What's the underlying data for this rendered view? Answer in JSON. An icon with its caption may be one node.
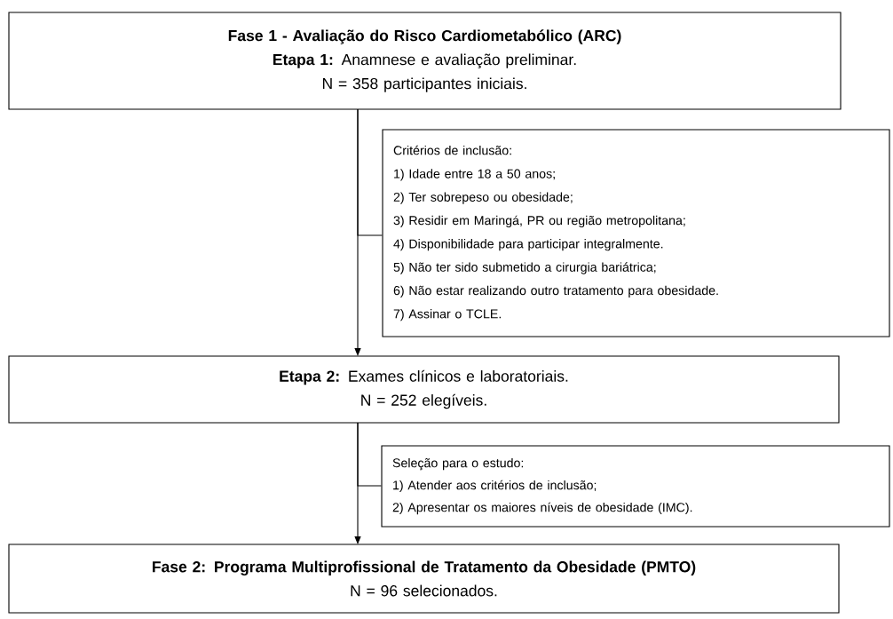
{
  "diagram": {
    "nodes": [
      {
        "text": [
          "Fase 1 - Avaliação do Risco Cardiometabólico (ARC)",
          "**Etapa 1:** Anamnese e avaliação preliminar.",
          "N = 358 participantes iniciais."
        ]
      },
      {
        "text": [
          "Critérios de inclusão:",
          "1) Idade entre 18 a 50 anos;",
          "2) Ter sobrepeso ou obesidade;",
          "3) Residir em Maringá, PR ou região metropolitana;",
          "4) Disponibilidade para participar integralmente.",
          "5) Não ter sido submetido a cirurgia bariátrica;",
          "6) Não estar realizando outro tratamento para obesidade.",
          "7) Assinar o TCLE."
        ]
      },
      {
        "text": [
          "**Etapa 2:** Exames clínicos e laboratoriais.",
          "N = 252 elegíveis."
        ]
      },
      {
        "text": [
          "Seleção para o estudo:",
          "1) Atender aos critérios de inclusão;",
          "2) Apresentar os maiores níveis de obesidade (IMC)."
        ]
      },
      {
        "text": [
          "Fase 2: Programa Multiprofissional de Tratamento da Obesidade (PMTO)",
          "N = 96 selecionados."
        ]
      }
    ],
    "edges": [
      {
        "from": 0,
        "to": 2,
        "arrow": "to"
      },
      {
        "from": 0,
        "to": 1,
        "arrow": "none"
      },
      {
        "from": 2,
        "to": 4,
        "arrow": "to"
      },
      {
        "from": 2,
        "to": 3,
        "arrow": "none"
      }
    ]
  }
}
